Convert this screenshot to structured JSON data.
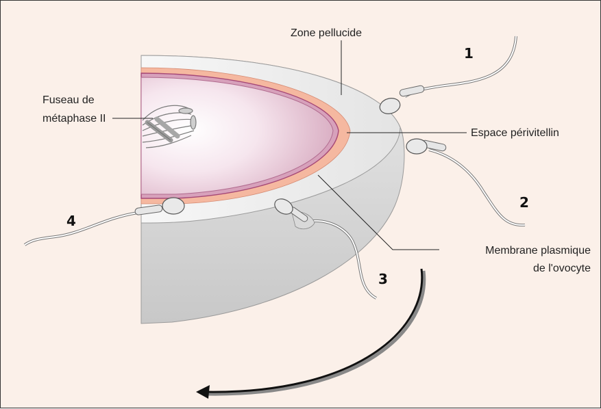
{
  "labels": {
    "zone_pellucide": "Zone pellucide",
    "fuseau_line1": "Fuseau de",
    "fuseau_line2": "métaphase II",
    "espace_perivitellin": "Espace périvitellin",
    "membrane_line1": "Membrane plasmique",
    "membrane_line2": "de l'ovocyte"
  },
  "sperm_numbers": [
    "1",
    "2",
    "3",
    "4"
  ],
  "colors": {
    "background": "#fbf0e9",
    "zona": "#efefef",
    "perivitelline": "#f5b8a0",
    "membrane": "#b04a7a",
    "cytoplasm": "#e6c7d6"
  },
  "icons": [
    "sperm-icon",
    "curved-arrow-icon",
    "spindle-icon"
  ]
}
